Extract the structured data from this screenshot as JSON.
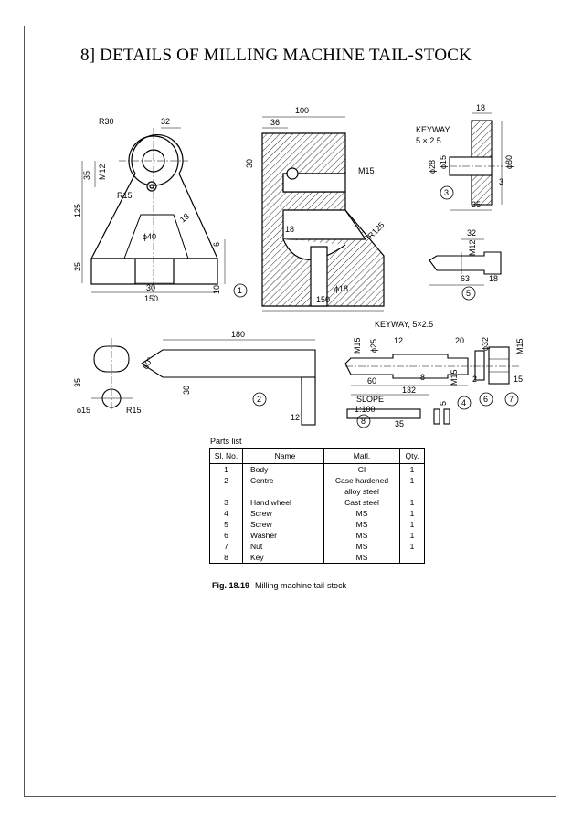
{
  "title": "8] DETAILS OF MILLING MACHINE TAIL-STOCK",
  "drawing": {
    "view1": {
      "number": "1",
      "dims": [
        "R30",
        "32",
        "35",
        "M12",
        "R15",
        "125",
        "18",
        "ϕ40",
        "6",
        "25",
        "30",
        "150",
        "10"
      ]
    },
    "view_body_section": {
      "dims": [
        "100",
        "36",
        "30",
        "M15",
        "18",
        "R125",
        "ϕ18",
        "150"
      ]
    },
    "view3": {
      "number": "3",
      "dims": [
        "18",
        "KEYWAY,",
        "5 × 2.5",
        "ϕ28",
        "ϕ15",
        "ϕ80",
        "3",
        "35"
      ]
    },
    "view5": {
      "number": "5",
      "dims": [
        "32",
        "M12",
        "63",
        "18"
      ]
    },
    "view2": {
      "number": "2",
      "dims": [
        "180",
        "35",
        "60°",
        "30",
        "ϕ15",
        "R15",
        "12"
      ]
    },
    "view4": {
      "number": "4",
      "dims": [
        "KEYWAY, 5×2.5",
        "M15",
        "ϕ25",
        "12",
        "20",
        "ϕ32",
        "M15",
        "60",
        "8",
        "132",
        "M15",
        "2",
        "15"
      ]
    },
    "view8": {
      "number": "8",
      "dims": [
        "SLOPE",
        "1:100",
        "35",
        "5"
      ]
    },
    "view6": {
      "number": "6"
    },
    "view7": {
      "number": "7"
    }
  },
  "parts_list": {
    "title": "Parts list",
    "headers": [
      "Sl. No.",
      "Name",
      "Matl.",
      "Qty."
    ],
    "rows": [
      {
        "no": "1",
        "name": "Body",
        "matl": "CI",
        "matl2": "",
        "qty": "1"
      },
      {
        "no": "2",
        "name": "Centre",
        "matl": "Case hardened",
        "matl2": "alloy steel",
        "qty": "1"
      },
      {
        "no": "3",
        "name": "Hand wheel",
        "matl": "Cast steel",
        "matl2": "",
        "qty": "1"
      },
      {
        "no": "4",
        "name": "Screw",
        "matl": "MS",
        "matl2": "",
        "qty": "1"
      },
      {
        "no": "5",
        "name": "Screw",
        "matl": "MS",
        "matl2": "",
        "qty": "1"
      },
      {
        "no": "6",
        "name": "Washer",
        "matl": "MS",
        "matl2": "",
        "qty": "1"
      },
      {
        "no": "7",
        "name": "Nut",
        "matl": "MS",
        "matl2": "",
        "qty": "1"
      },
      {
        "no": "8",
        "name": "Key",
        "matl": "MS",
        "matl2": "",
        "qty": ""
      }
    ]
  },
  "caption": {
    "label": "Fig. 18.19",
    "text": "Milling machine tail-stock"
  }
}
